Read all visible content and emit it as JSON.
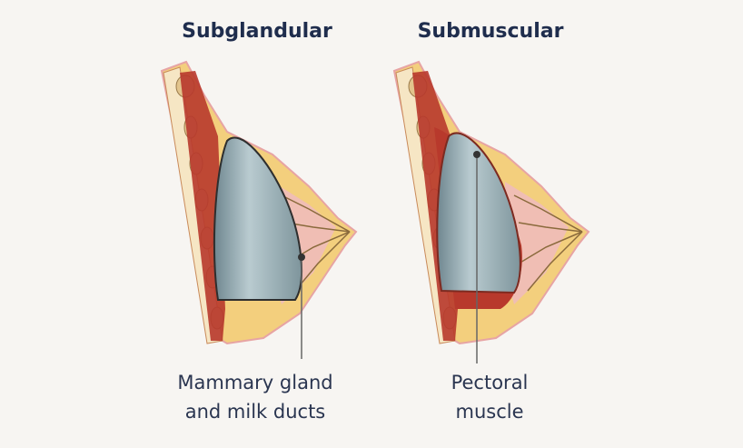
{
  "titles": {
    "left": "Subglandular",
    "right": "Submuscular"
  },
  "labels": {
    "left": {
      "line1": "Mammary gland",
      "line2": "and milk ducts"
    },
    "right": {
      "line1": "Pectoral",
      "line2": "muscle"
    }
  },
  "colors": {
    "title": "#1f2d4d",
    "background": "#f7f5f2",
    "implant": "#9fb3ba",
    "muscle": "#b8392c",
    "fat": "#f1c76a"
  }
}
